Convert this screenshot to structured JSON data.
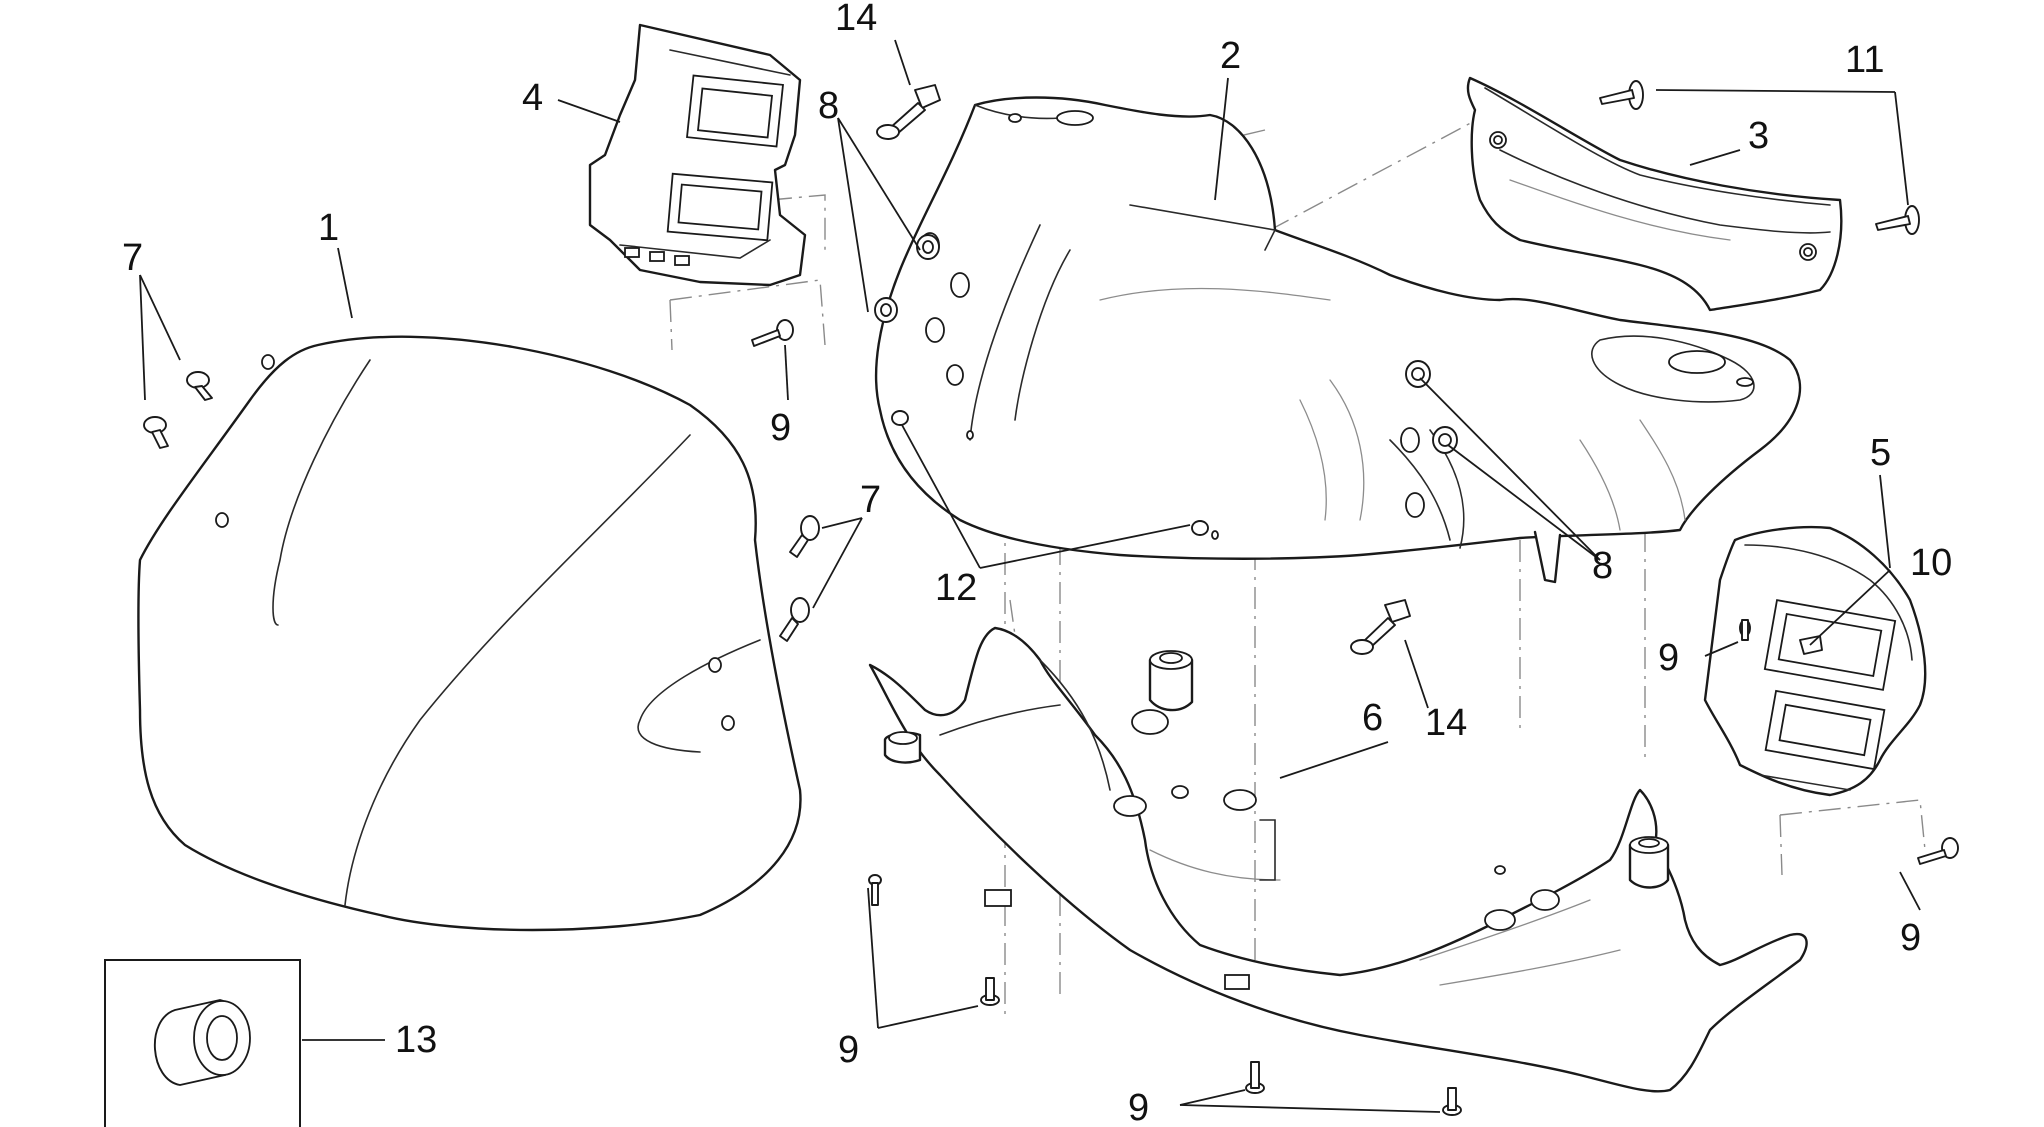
{
  "callouts": {
    "c1": "1",
    "c2": "2",
    "c3": "3",
    "c4": "4",
    "c5": "5",
    "c6": "6",
    "c7a": "7",
    "c7b": "7",
    "c8a": "8",
    "c8b": "8",
    "c9a": "9",
    "c9b": "9",
    "c9c": "9",
    "c9d": "9",
    "c9e": "9",
    "c10": "10",
    "c11": "11",
    "c12": "12",
    "c13": "13",
    "c14a": "14",
    "c14b": "14"
  },
  "colors": {
    "line": "#1a1a1a",
    "guide": "#8a8a8a",
    "background": "#ffffff"
  }
}
